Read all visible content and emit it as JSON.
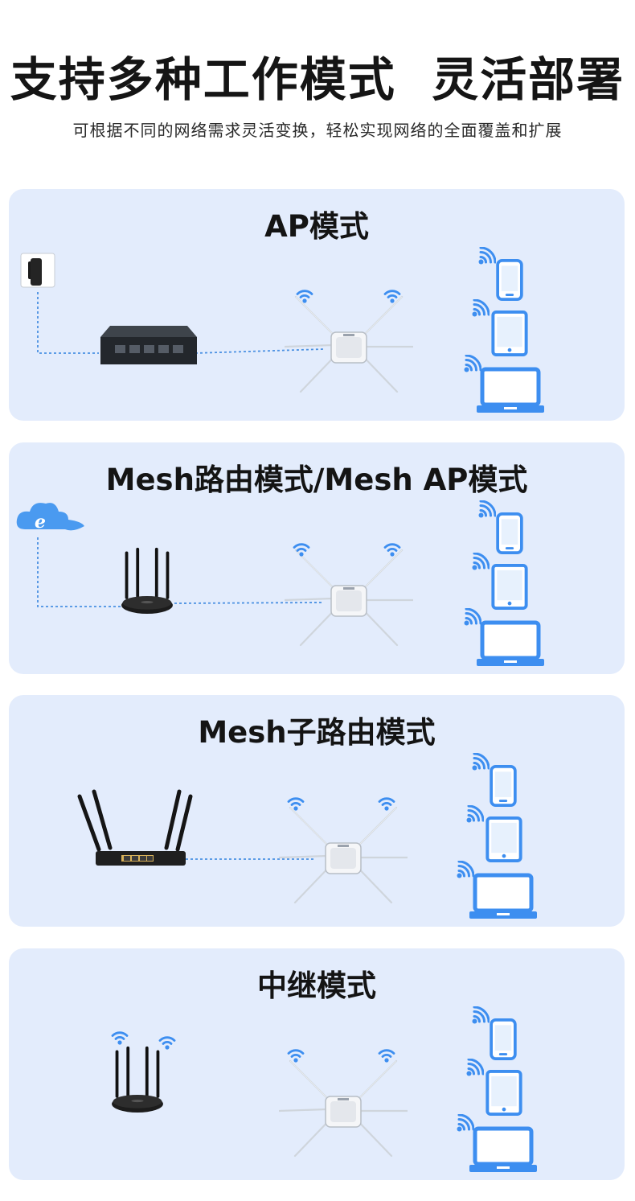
{
  "page": {
    "title": "支持多种工作模式  灵活部署",
    "subtitle": "可根据不同的网络需求灵活变换，轻松实现网络的全面覆盖和扩展"
  },
  "modes": [
    {
      "title": "AP模式"
    },
    {
      "title": "Mesh路由模式/Mesh AP模式"
    },
    {
      "title": "Mesh子路由模式"
    },
    {
      "title": "中继模式"
    }
  ],
  "colors": {
    "card_background": "#e3ecfc",
    "accent_blue": "#3d8ef0",
    "title_text": "#151515"
  },
  "icons": {
    "wall_socket": "wall-socket-icon",
    "switch": "ethernet-switch-icon",
    "internet": "internet-cloud-icon",
    "router": "wireless-router-icon",
    "ap": "ceiling-access-point-icon",
    "phone": "smartphone-icon",
    "tablet": "tablet-icon",
    "laptop": "laptop-icon",
    "wifi": "wifi-signal-icon"
  }
}
